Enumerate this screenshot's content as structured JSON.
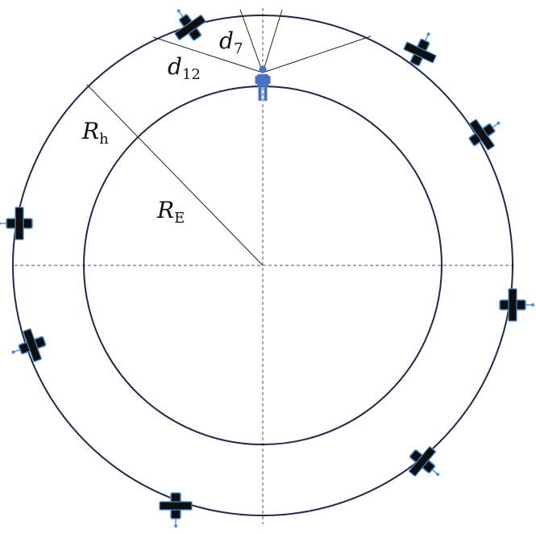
{
  "labels": {
    "d7": {
      "main": "d",
      "sub": "7"
    },
    "d12": {
      "main": "d",
      "sub": "12"
    },
    "rh": {
      "main": "R",
      "sub": "h"
    },
    "re": {
      "main": "R",
      "sub": "E"
    }
  },
  "colors": {
    "orbit": "#1f2a4a",
    "user": "#4a6fc7",
    "satellite_panel": "#111111",
    "satellite_body": "#1a1a1a"
  },
  "icons": {
    "user": "person-icon",
    "satellite": "satellite-icon"
  }
}
